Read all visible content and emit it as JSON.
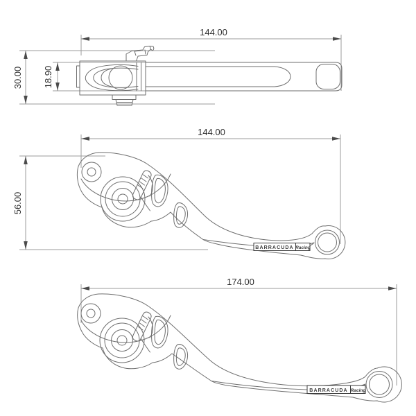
{
  "views": {
    "top": {
      "length": "144.00",
      "overall": "30.00",
      "inner": "18.90"
    },
    "middle": {
      "length": "144.00",
      "height": "56.00"
    },
    "bottom": {
      "length": "174.00"
    }
  },
  "brand": {
    "name": "BARRACUDA",
    "sub": "Racing"
  },
  "colors": {
    "outline": "#6e6e6e",
    "dimension": "#9b9b9b",
    "arrow": "#4a4a4a",
    "text": "#2e2e2e",
    "logo": "#3a3a3a",
    "background": "#ffffff"
  }
}
